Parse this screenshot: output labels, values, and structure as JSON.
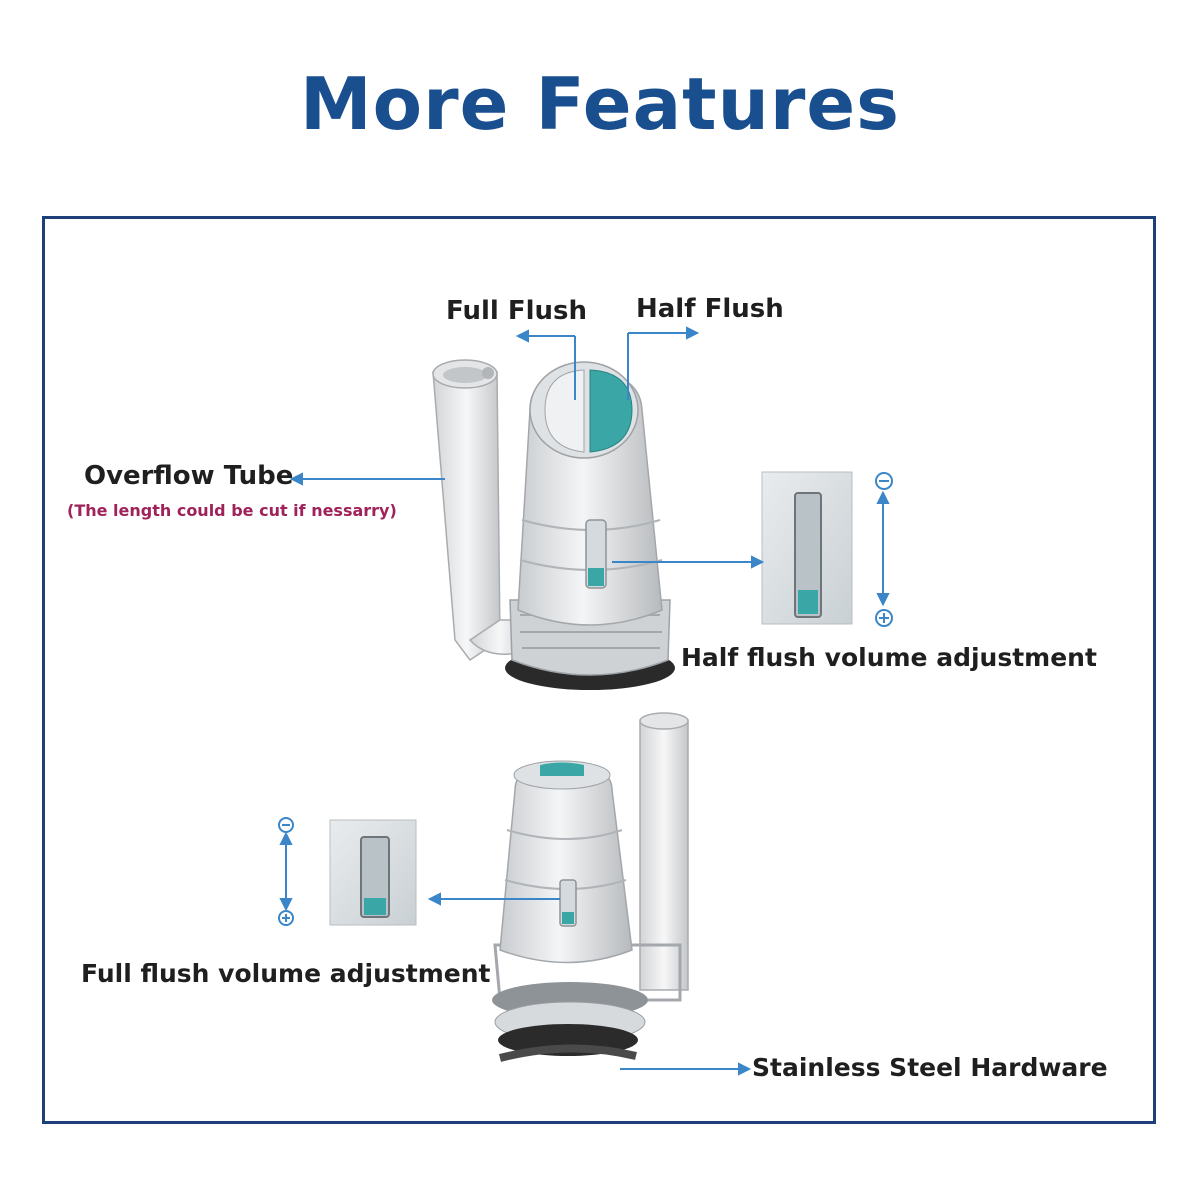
{
  "title": "More Features",
  "labels": {
    "full_flush": "Full Flush",
    "half_flush": "Half Flush",
    "overflow_tube": "Overflow Tube",
    "overflow_note": "(The length could be cut  if nessarry)",
    "half_flush_adjust": "Half flush volume adjustment",
    "full_flush_adjust": "Full  flush volume adjustment",
    "stainless": "Stainless Steel Hardware"
  },
  "colors": {
    "title": "#1a4f8f",
    "frame": "#1d3f7a",
    "arrow": "#3a86c9",
    "teal": "#3aa6a6",
    "note": "#a0225a"
  },
  "icons": [
    "minus-circle-icon",
    "plus-circle-icon",
    "arrow-icon"
  ]
}
